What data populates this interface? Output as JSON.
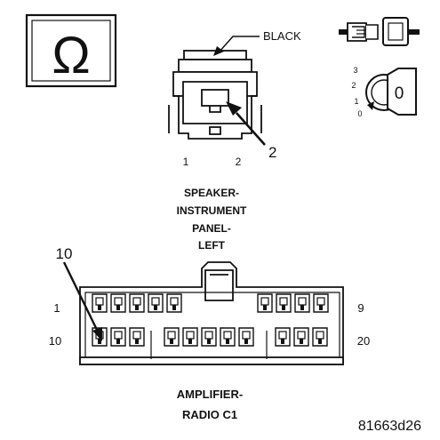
{
  "ohm_symbol": "Ω",
  "speaker_connector": {
    "color_label": "BLACK",
    "callout_number": "2",
    "pin_labels": [
      "1",
      "2"
    ],
    "title_lines": [
      "SPEAKER-",
      "INSTRUMENT",
      "PANEL-",
      "LEFT"
    ]
  },
  "ignition_key": {
    "positions": [
      "3",
      "2",
      "1",
      "0"
    ],
    "key_label": "0"
  },
  "amplifier_connector": {
    "callout_number": "10",
    "row_labels": {
      "top_left": "1",
      "top_right": "9",
      "bottom_left": "10",
      "bottom_right": "20"
    },
    "title_lines": [
      "AMPLIFIER-",
      "RADIO C1"
    ]
  },
  "figure_id": "81663d26",
  "colors": {
    "ink": "#111111",
    "background": "#ffffff"
  }
}
